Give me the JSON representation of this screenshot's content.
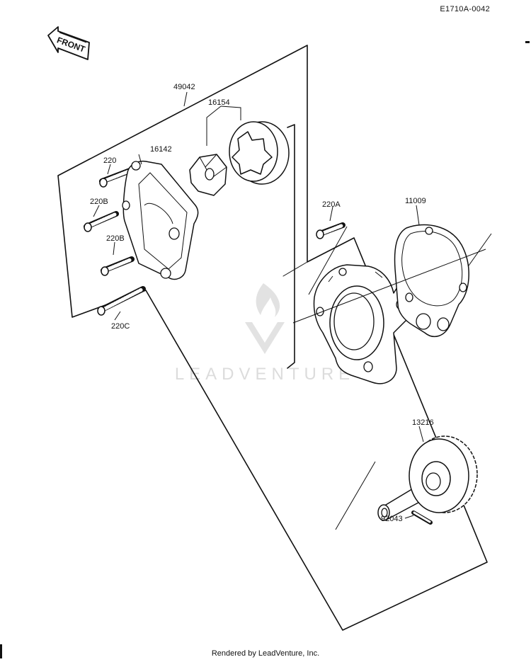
{
  "doc_code": "E1710A-0042",
  "front_label": "FRONT",
  "watermark": "LEADVENTURE",
  "footer": "Rendered by LeadVenture, Inc.",
  "colors": {
    "ink": "#111111",
    "paper": "#ffffff",
    "watermark": "#d8d8d8"
  },
  "icons": {
    "front_arrow": "arrow-left-icon",
    "watermark_logo": "flame-logo-icon"
  },
  "callouts": {
    "oil_pump_assy": "49042",
    "rotor": "16154",
    "cover": "16142",
    "screw_220": "220",
    "screw_220b_upper": "220B",
    "screw_220b_lower": "220B",
    "screw_220c": "220C",
    "screw_220a": "220A",
    "gasket": "11009",
    "gear_shaft": "13216",
    "pin": "92043"
  }
}
